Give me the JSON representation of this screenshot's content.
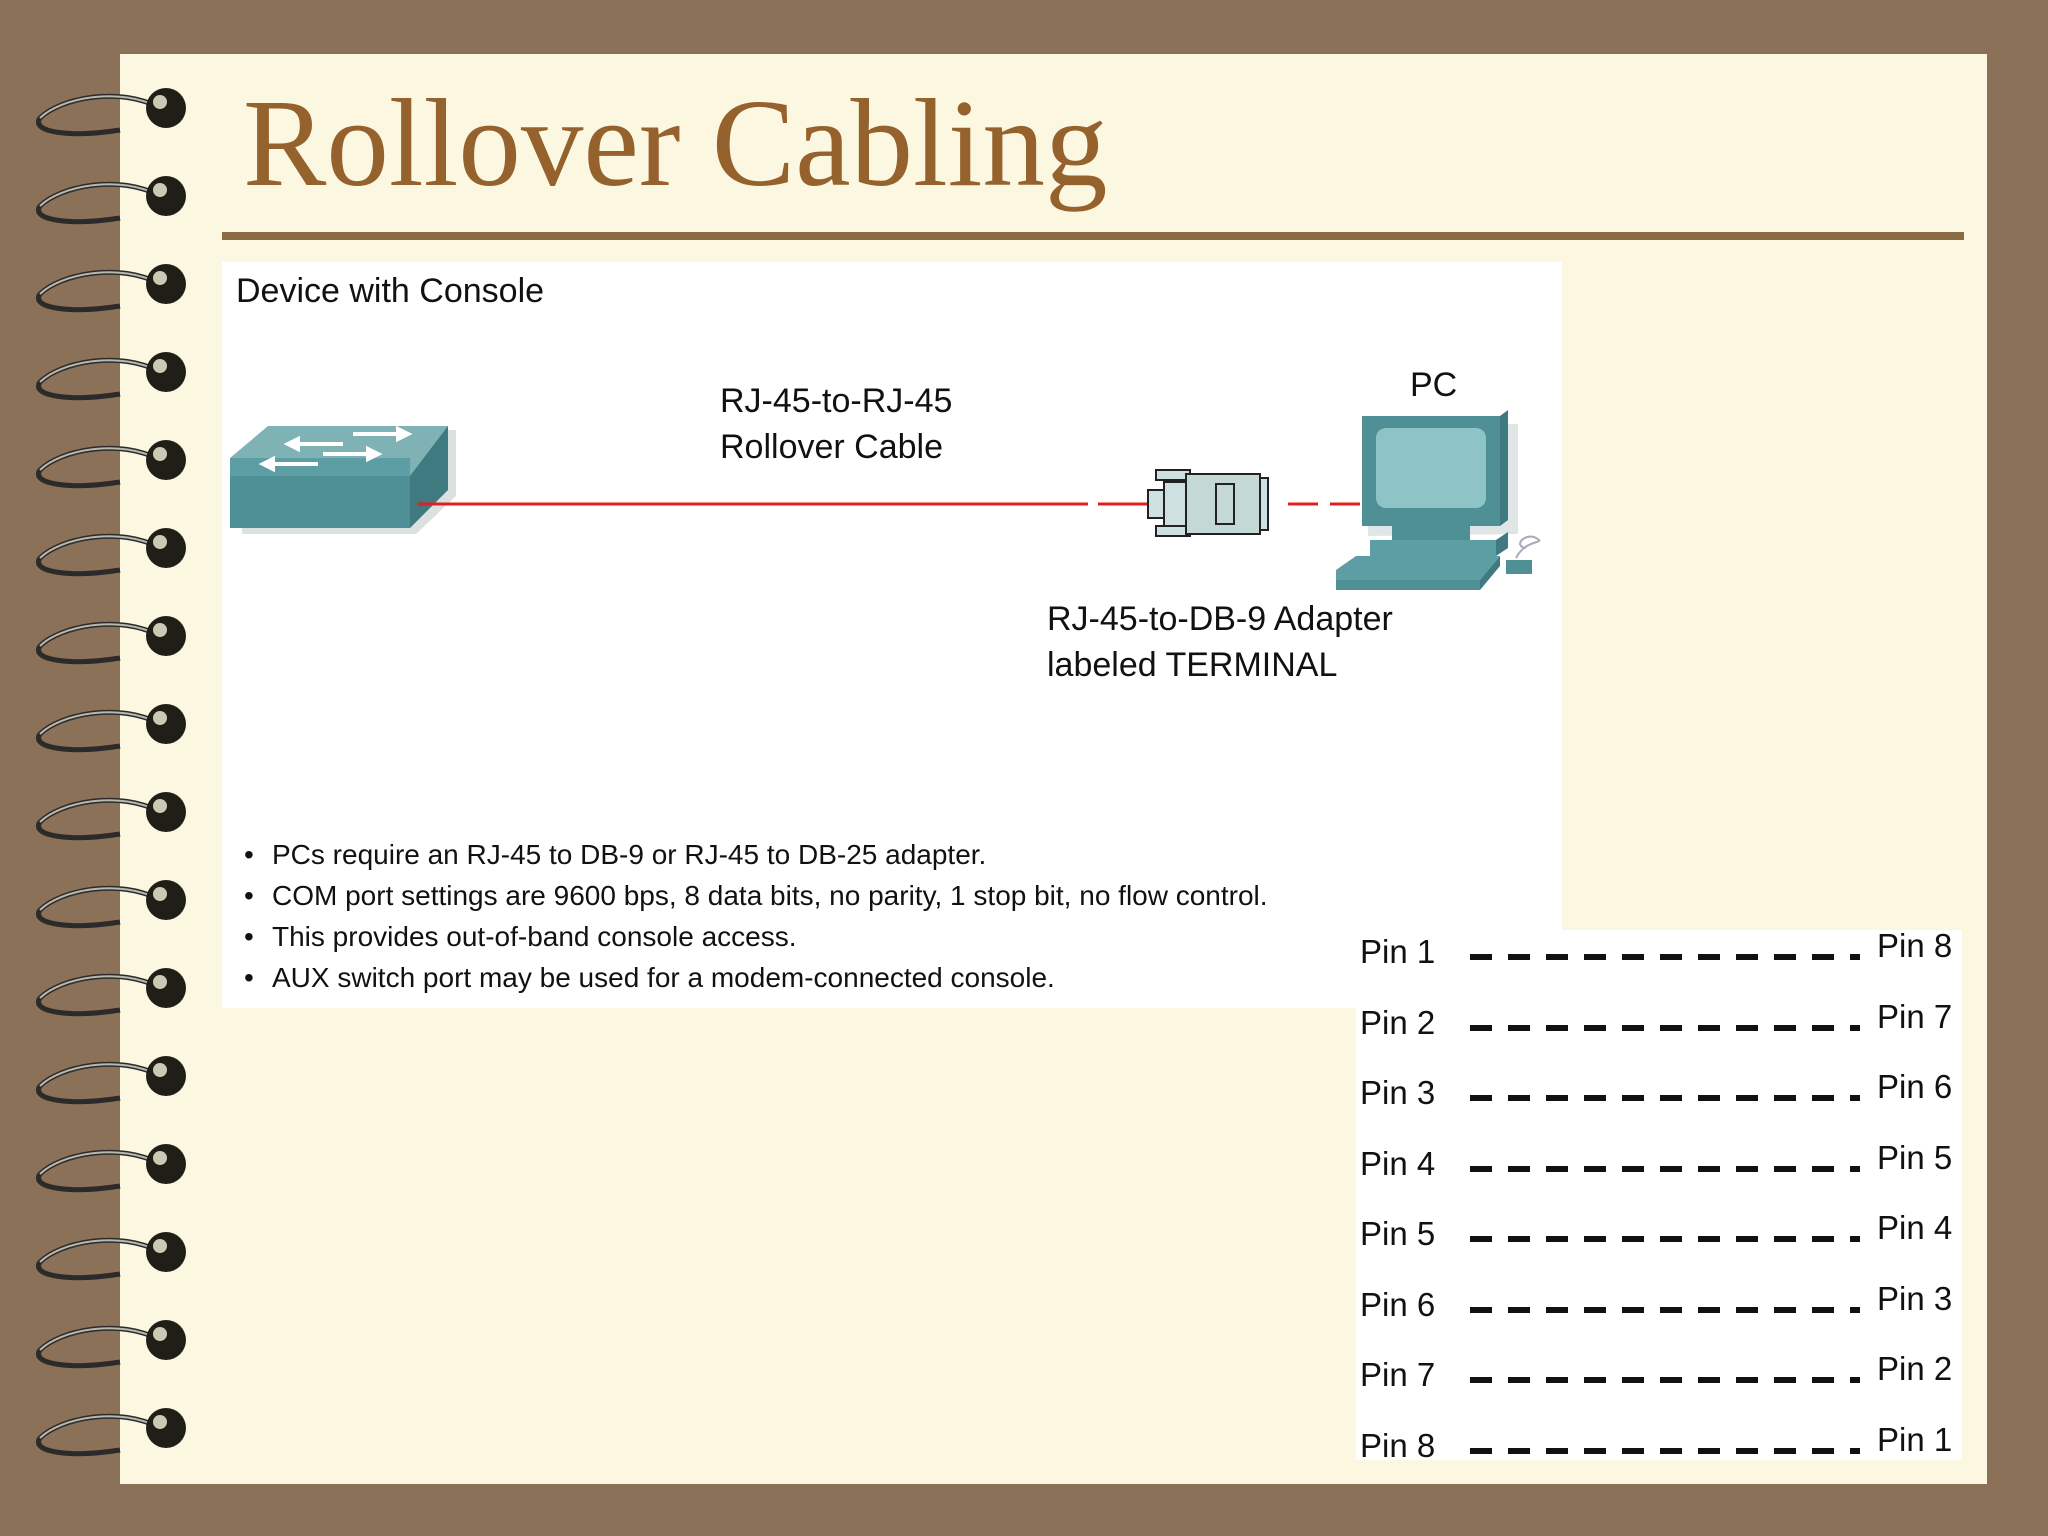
{
  "title": "Rollover Cabling",
  "diagram": {
    "device_label": "Device with Console",
    "cable_label_line1": "RJ-45-to-RJ-45",
    "cable_label_line2": "Rollover Cable",
    "pc_label": "PC",
    "adapter_label_line1": "RJ-45-to-DB-9 Adapter",
    "adapter_label_line2": "labeled TERMINAL",
    "cable_color": "#e02020",
    "device_color": "#4e9096"
  },
  "bullets": [
    "PCs require an RJ-45 to DB-9 or RJ-45 to DB-25 adapter.",
    "COM port settings are 9600 bps, 8 data bits, no parity, 1 stop bit, no flow control.",
    "This provides out-of-band console access.",
    "AUX switch port may be used for a modem-connected console."
  ],
  "pinout": [
    {
      "left": "Pin 1",
      "right": "Pin 8"
    },
    {
      "left": "Pin 2",
      "right": "Pin 7"
    },
    {
      "left": "Pin 3",
      "right": "Pin 6"
    },
    {
      "left": "Pin 4",
      "right": "Pin 5"
    },
    {
      "left": "Pin 5",
      "right": "Pin 4"
    },
    {
      "left": "Pin 6",
      "right": "Pin 3"
    },
    {
      "left": "Pin 7",
      "right": "Pin 2"
    },
    {
      "left": "Pin 8",
      "right": "Pin 1"
    }
  ],
  "colors": {
    "background": "#8b7157",
    "page": "#fcf7e1",
    "title": "#95622d",
    "rule": "#8b6b43"
  }
}
